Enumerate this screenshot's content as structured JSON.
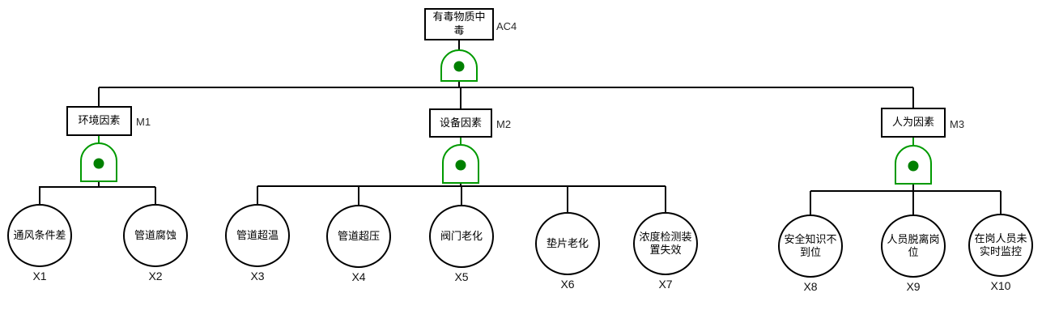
{
  "colors": {
    "gate_green": "#009a00",
    "gate_dot": "#008000",
    "line": "#000000",
    "tag_text": "#2a2a2a"
  },
  "tree": {
    "type": "fault-tree",
    "gate_type": "AND",
    "top_event": {
      "text": "有毒物质中毒",
      "label": "AC4"
    },
    "branches": [
      {
        "text": "环境因素",
        "label": "M1",
        "children": [
          {
            "text": "通风条件差",
            "label": "X1"
          },
          {
            "text": "管道腐蚀",
            "label": "X2"
          }
        ]
      },
      {
        "text": "设备因素",
        "label": "M2",
        "children": [
          {
            "text": "管道超温",
            "label": "X3"
          },
          {
            "text": "管道超压",
            "label": "X4"
          },
          {
            "text": "阀门老化",
            "label": "X5"
          },
          {
            "text": "垫片老化",
            "label": "X6"
          },
          {
            "text": "浓度检测装置失效",
            "label": "X7"
          }
        ]
      },
      {
        "text": "人为因素",
        "label": "M3",
        "children": [
          {
            "text": "安全知识不到位",
            "label": "X8"
          },
          {
            "text": "人员脱离岗位",
            "label": "X9"
          },
          {
            "text": "在岗人员未实时监控",
            "label": "X10"
          }
        ]
      }
    ]
  }
}
